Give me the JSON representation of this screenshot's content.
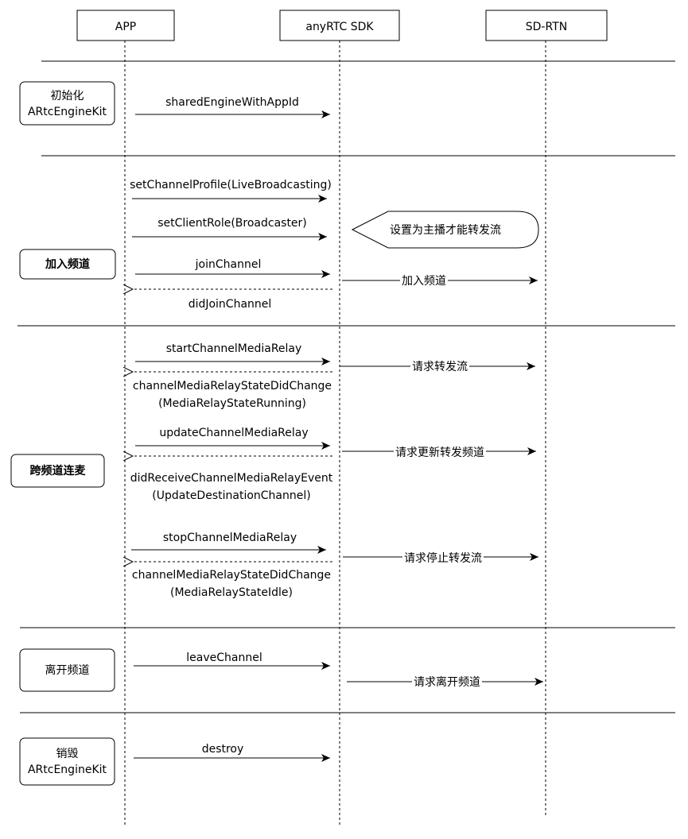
{
  "participants": [
    "APP",
    "anyRTC SDK",
    "SD-RTN"
  ],
  "sections": [
    {
      "label": [
        "初始化",
        "ARtcEngineKit"
      ],
      "bold": false
    },
    {
      "label": [
        "加入频道"
      ],
      "bold": true
    },
    {
      "label": [
        "跨频道连麦"
      ],
      "bold": true
    },
    {
      "label": [
        "离开频道"
      ],
      "bold": false
    },
    {
      "label": [
        "销毁",
        "ARtcEngineKit"
      ],
      "bold": false
    }
  ],
  "messages": [
    {
      "text": [
        "sharedEngineWithAppId"
      ],
      "from": "APP",
      "to": "anyRTC SDK",
      "style": "solid"
    },
    {
      "text": [
        "setChannelProfile(LiveBroadcasting)"
      ],
      "from": "APP",
      "to": "anyRTC SDK",
      "style": "solid"
    },
    {
      "text": [
        "setClientRole(Broadcaster)"
      ],
      "from": "APP",
      "to": "anyRTC SDK",
      "style": "solid"
    },
    {
      "text": [
        "joinChannel"
      ],
      "from": "APP",
      "to": "anyRTC SDK",
      "style": "solid"
    },
    {
      "text": [
        "didJoinChannel"
      ],
      "from": "anyRTC SDK",
      "to": "APP",
      "style": "dashed"
    },
    {
      "text": [
        "加入频道"
      ],
      "from": "anyRTC SDK",
      "to": "SD-RTN",
      "style": "solid"
    },
    {
      "text": [
        "startChannelMediaRelay"
      ],
      "from": "APP",
      "to": "anyRTC SDK",
      "style": "solid"
    },
    {
      "text": [
        "channelMediaRelayStateDidChange",
        "(MediaRelayStateRunning)"
      ],
      "from": "anyRTC SDK",
      "to": "APP",
      "style": "dashed"
    },
    {
      "text": [
        "请求转发流"
      ],
      "from": "anyRTC SDK",
      "to": "SD-RTN",
      "style": "solid"
    },
    {
      "text": [
        "updateChannelMediaRelay"
      ],
      "from": "APP",
      "to": "anyRTC SDK",
      "style": "solid"
    },
    {
      "text": [
        "didReceiveChannelMediaRelayEvent",
        "(UpdateDestinationChannel)"
      ],
      "from": "anyRTC SDK",
      "to": "APP",
      "style": "dashed"
    },
    {
      "text": [
        "请求更新转发频道"
      ],
      "from": "anyRTC SDK",
      "to": "SD-RTN",
      "style": "solid"
    },
    {
      "text": [
        "stopChannelMediaRelay"
      ],
      "from": "APP",
      "to": "anyRTC SDK",
      "style": "solid"
    },
    {
      "text": [
        "channelMediaRelayStateDidChange",
        "(MediaRelayStateIdle)"
      ],
      "from": "anyRTC SDK",
      "to": "APP",
      "style": "dashed"
    },
    {
      "text": [
        "请求停止转发流"
      ],
      "from": "anyRTC SDK",
      "to": "SD-RTN",
      "style": "solid"
    },
    {
      "text": [
        "leaveChannel"
      ],
      "from": "APP",
      "to": "anyRTC SDK",
      "style": "solid"
    },
    {
      "text": [
        "请求离开频道"
      ],
      "from": "anyRTC SDK",
      "to": "SD-RTN",
      "style": "solid"
    },
    {
      "text": [
        "destroy"
      ],
      "from": "APP",
      "to": "anyRTC SDK",
      "style": "solid"
    }
  ],
  "notes": [
    {
      "text": "设置为主播才能转发流"
    }
  ]
}
